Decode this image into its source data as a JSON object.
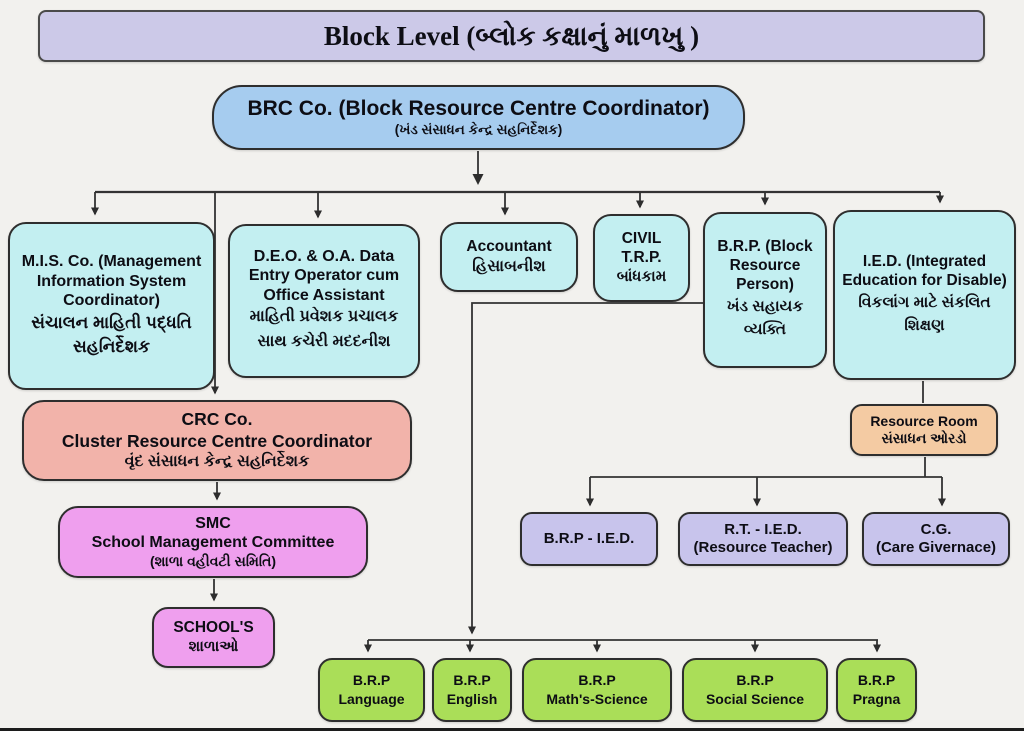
{
  "title": "Block Level (બ્લોક કક્ષાનું માળખુ )",
  "brc": {
    "en": "BRC Co.  (Block Resource Centre Coordinator)",
    "gu": "(ખંડ સંસાધન કેન્દ્ર સહનિર્દેશક)"
  },
  "top_row": {
    "mis": {
      "en": "M.I.S. Co. (Management Information System Coordinator)",
      "gu": "સંચાલન માહિતી પદ્ધતિ સહનિર્દેશક"
    },
    "deo": {
      "en": "D.E.O. & O.A. Data Entry Operator cum Office Assistant",
      "gu1": "માહિતી પ્રવેશક પ્રચાલક",
      "gu2": "સાથ કચેરી મદદનીશ"
    },
    "accountant": {
      "en": "Accountant",
      "gu": "હિસાબનીશ"
    },
    "civil": {
      "en1": "CIVIL",
      "en2": "T.R.P.",
      "gu": "બાંધકામ"
    },
    "brp": {
      "en": "B.R.P. (Block Resource Person)",
      "gu1": "ખંડ સહાયક",
      "gu2": "વ્યક્તિ"
    },
    "ied": {
      "en": "I.E.D. (Integrated Education for Disable)",
      "gu1": "વિકલાંગ માટે સંકલિત",
      "gu2": "શિક્ષણ"
    }
  },
  "crc": {
    "l1": "CRC Co.",
    "l2": "Cluster Resource Centre Coordinator",
    "gu": "વૃંદ સંસાધન કેન્દ્ર  સહનિર્દેશક"
  },
  "smc": {
    "l1": "SMC",
    "l2": "School Management Committee",
    "gu": "(શાળા વહીવટી સમિતિ)"
  },
  "schools": {
    "en": "SCHOOL'S",
    "gu": "શાળાઓ"
  },
  "resource_room": {
    "en": "Resource Room",
    "gu": "સંસાધન ઓરડો"
  },
  "ied_row": {
    "brp_ied": {
      "l1": "B.R.P - I.E.D."
    },
    "rt_ied": {
      "l1": "R.T. - I.E.D.",
      "l2": "(Resource Teacher)"
    },
    "cg": {
      "l1": "C.G.",
      "l2": "(Care Givernace)"
    }
  },
  "brp_row": [
    {
      "l1": "B.R.P",
      "l2": "Language"
    },
    {
      "l1": "B.R.P",
      "l2": "English"
    },
    {
      "l1": "B.R.P",
      "l2": "Math's-Science"
    },
    {
      "l1": "B.R.P",
      "l2": "Social Science"
    },
    {
      "l1": "B.R.P",
      "l2": "Pragna"
    }
  ],
  "colors": {
    "background": "#f2f1ee",
    "title_fill": "#ccc9e8",
    "brc_fill": "#a6ccef",
    "top_row_fill": "#c3eff1",
    "crc_fill": "#f2b3aa",
    "smc_fill": "#ef9fee",
    "resource_room_fill": "#f4cba3",
    "ied_row_fill": "#c8c4ec",
    "brp_row_fill": "#aade58",
    "connector": "#333333",
    "text": "#0d0d14"
  }
}
